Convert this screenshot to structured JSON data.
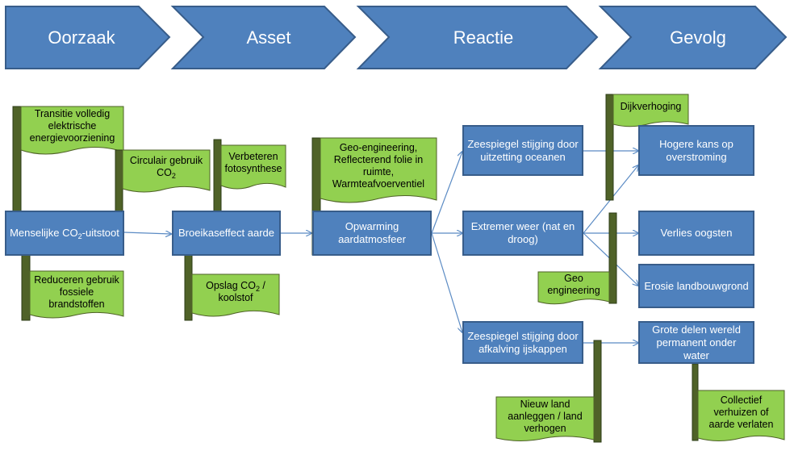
{
  "header": {
    "stages": [
      "Oorzaak",
      "Asset",
      "Reactie",
      "Gevolg"
    ]
  },
  "nodes": {
    "menselijke_uitstoot": {
      "pre": "Menselijke CO",
      "sub": "2",
      "post": "-uitstoot"
    },
    "broeikaseffect": "Broeikaseffect aarde",
    "opwarming": "Opwarming aardatmosfeer",
    "zeespiegel_uitzetting": "Zeespiegel stijging door uitzetting oceanen",
    "extremer_weer": "Extremer weer (nat en droog)",
    "zeespiegel_afkalving": "Zeespiegel stijging door afkalving ijskappen",
    "overstroming": "Hogere kans op overstroming",
    "verlies_oogsten": "Verlies oogsten",
    "erosie": "Erosie landbouwgrond",
    "grote_delen": "Grote delen wereld permanent onder water"
  },
  "measures": {
    "transitie": "Transitie volledig elektrische energievoorziening",
    "circulair": {
      "pre": "Circulair gebruik CO",
      "sub": "2",
      "post": ""
    },
    "reduceren": "Reduceren gebruik fossiele brandstoffen",
    "fotosynthese": "Verbeteren fotosynthese",
    "opslag": {
      "pre": "Opslag CO",
      "sub": "2",
      "post": " / koolstof"
    },
    "geo_engineering_folie": "Geo-engineering, Reflecterend folie in ruimte, Warmteafvoerventiel",
    "dijkverhoging": "Dijkverhoging",
    "geo_engineering": "Geo engineering",
    "nieuw_land": "Nieuw land aanleggen / land verhogen",
    "collectief": "Collectief verhuizen of aarde verlaten"
  },
  "colors": {
    "chevron_fill": "#4f81bd",
    "chevron_border": "#385d8a",
    "box_fill": "#4f81bd",
    "flag_fill": "#92d050",
    "pole_fill": "#4f6228",
    "arrow": "#5b8bc4"
  }
}
